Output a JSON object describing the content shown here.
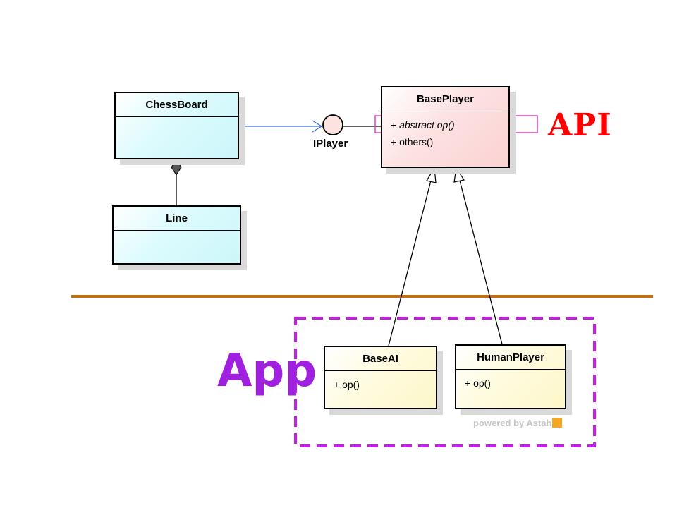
{
  "classes": {
    "chessboard": {
      "name": "ChessBoard"
    },
    "line": {
      "name": "Line"
    },
    "baseplayer": {
      "name": "BasePlayer",
      "ops": [
        "+ abstract op()",
        "+ others()"
      ]
    },
    "baseai": {
      "name": "BaseAI",
      "ops": [
        "+ op()"
      ]
    },
    "humanplayer": {
      "name": "HumanPlayer",
      "ops": [
        "+ op()"
      ]
    }
  },
  "interface": {
    "name": "IPlayer"
  },
  "labels": {
    "api": "API",
    "app": "App"
  },
  "watermark": "powered by Astah",
  "colors": {
    "api_label": "#ff0000",
    "app_label": "#a020e0",
    "layer_divider": "#c0700c",
    "app_boundary": "#c020e0",
    "highlight_box": "#e040c0",
    "dependency_arrow": "#3a6fd8",
    "class_cyan": "#ccf6fa",
    "class_pink": "#fbd2d2",
    "class_yellow": "#fdf7c8"
  }
}
